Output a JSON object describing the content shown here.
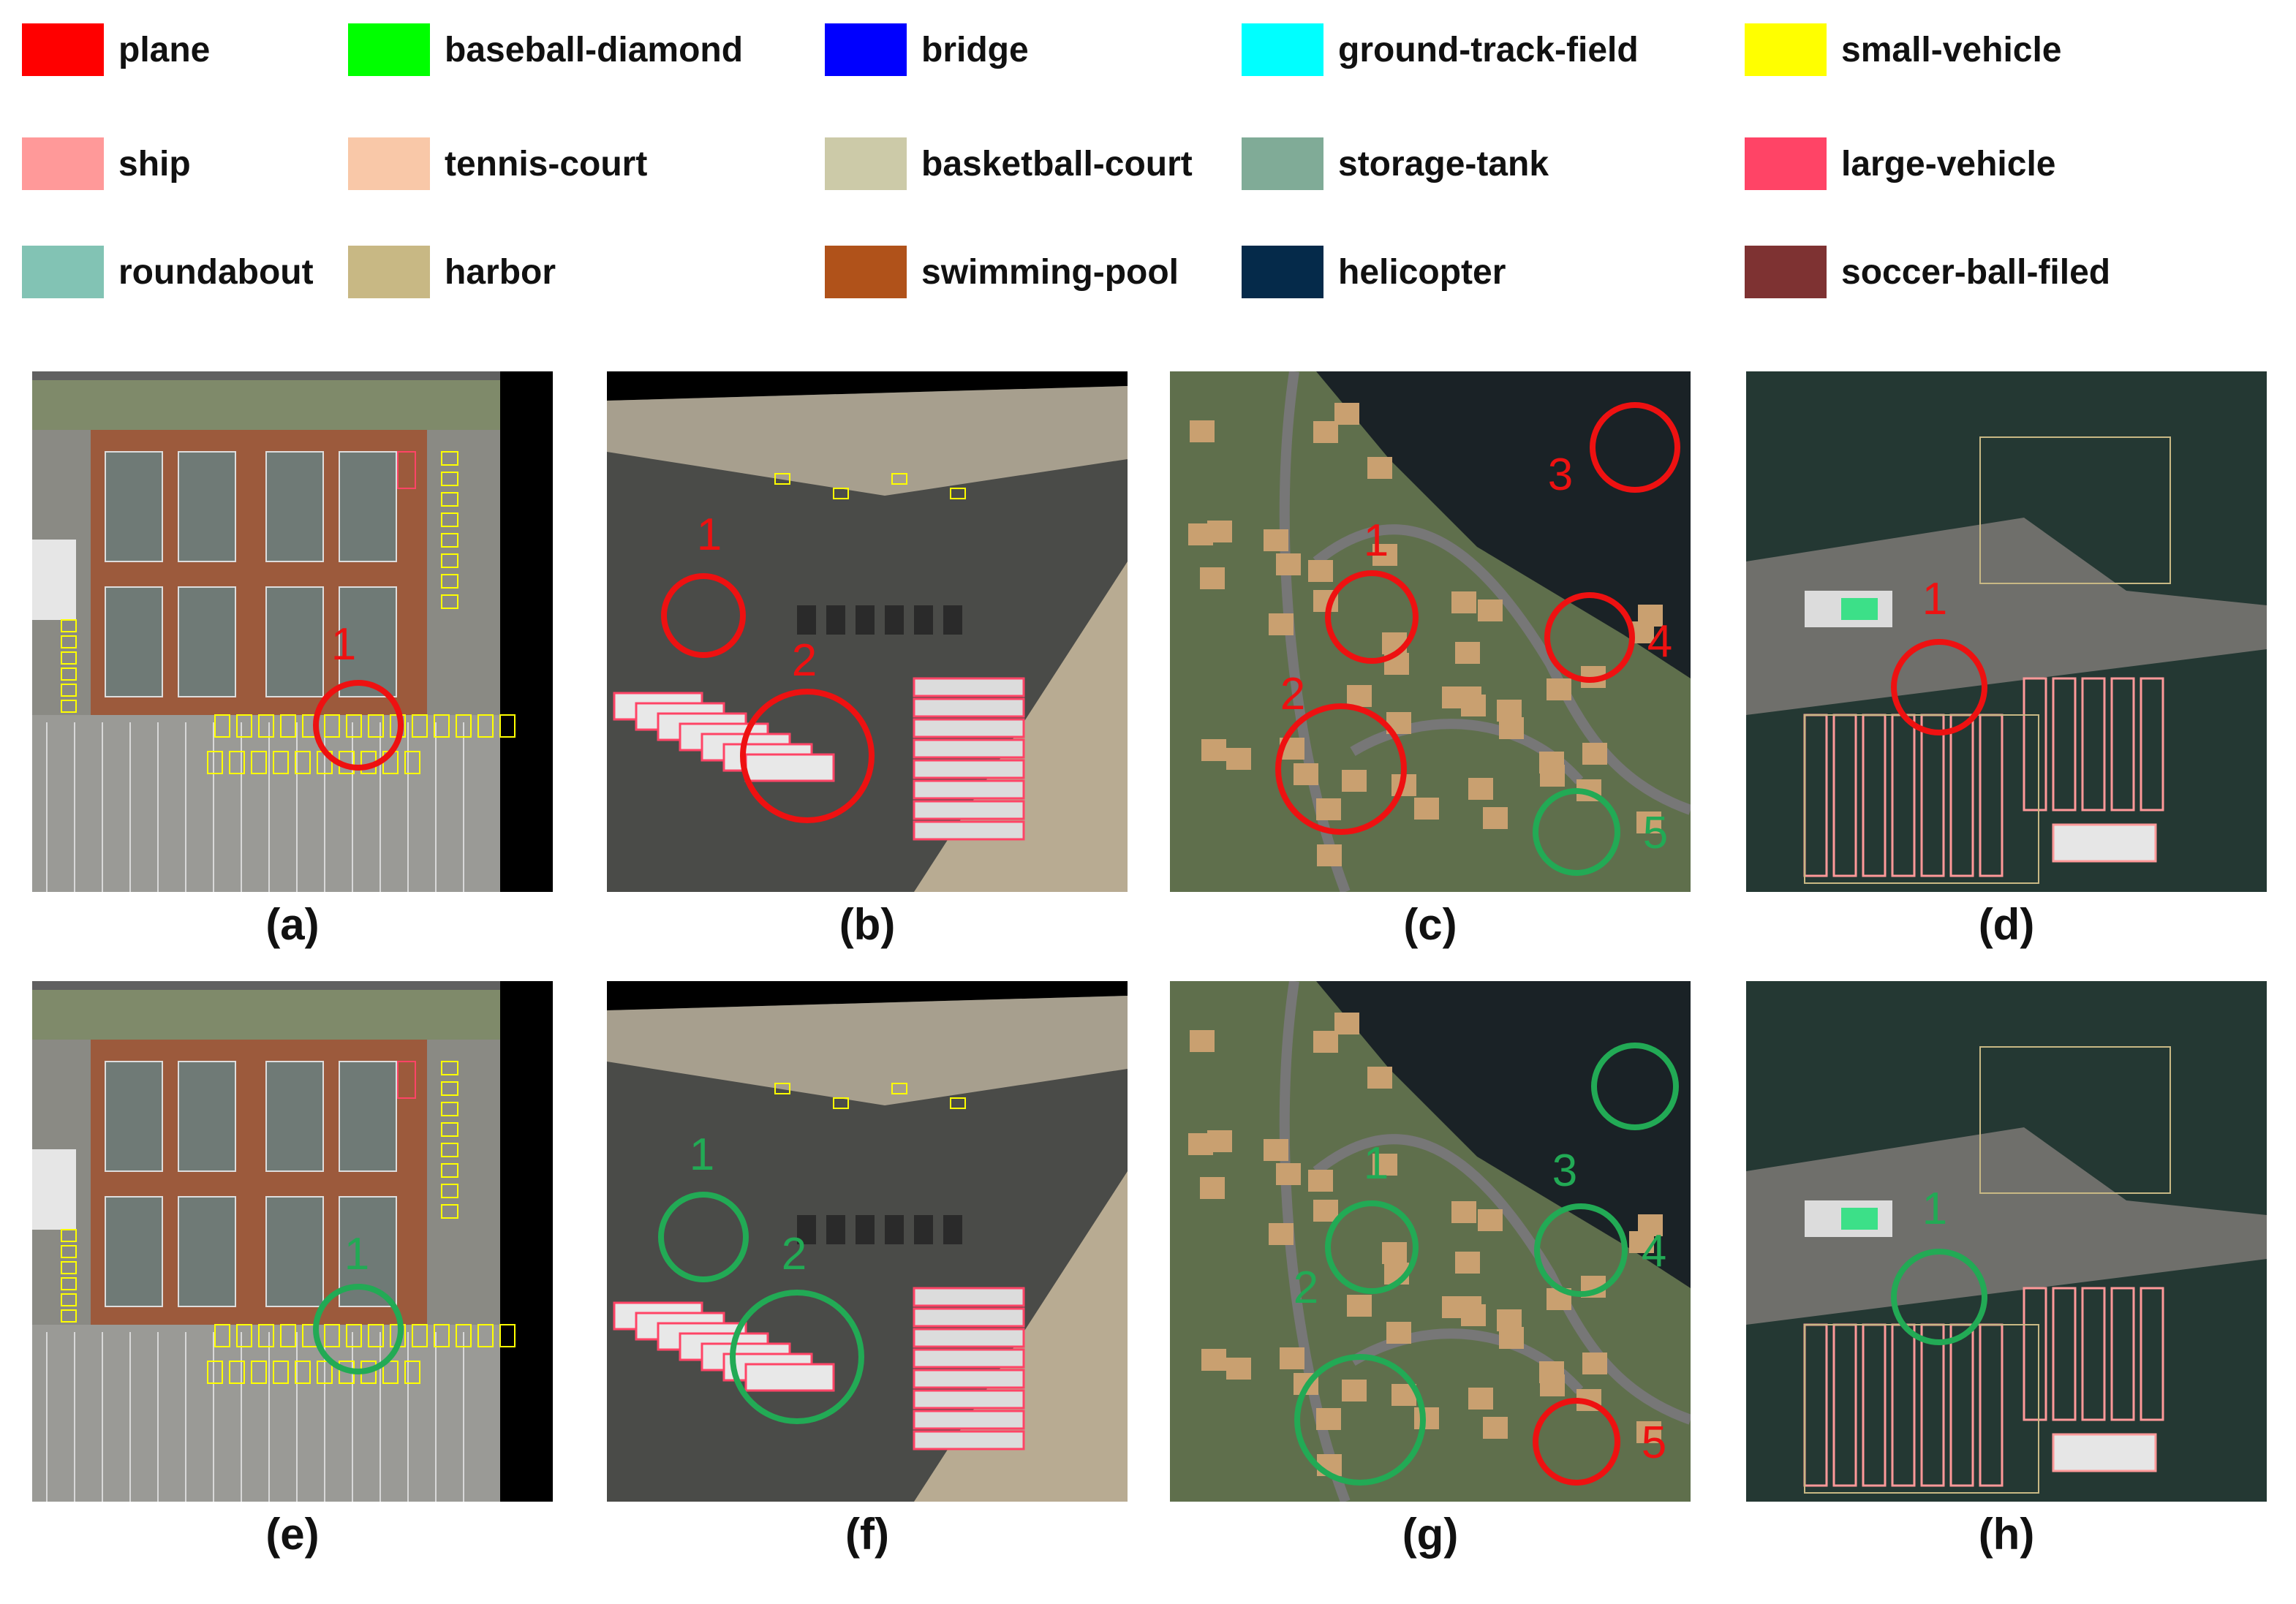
{
  "legend": [
    {
      "label": "plane",
      "color": "#ff0000"
    },
    {
      "label": "baseball-diamond",
      "color": "#00ff00"
    },
    {
      "label": "bridge",
      "color": "#0000ff"
    },
    {
      "label": "ground-track-field",
      "color": "#00ffff"
    },
    {
      "label": "small-vehicle",
      "color": "#ffff00"
    },
    {
      "label": "ship",
      "color": "#ff9999"
    },
    {
      "label": "tennis-court",
      "color": "#f9c8a8"
    },
    {
      "label": "basketball-court",
      "color": "#cccaa8"
    },
    {
      "label": "storage-tank",
      "color": "#80ab97"
    },
    {
      "label": "large-vehicle",
      "color": "#ff4466"
    },
    {
      "label": "roundabout",
      "color": "#82c3b4"
    },
    {
      "label": "harbor",
      "color": "#c8b884"
    },
    {
      "label": "swimming-pool",
      "color": "#b0521a"
    },
    {
      "label": "helicopter",
      "color": "#052a4a"
    },
    {
      "label": "soccer-ball-filed",
      "color": "#7e3232"
    }
  ],
  "panels": [
    {
      "caption": "(a)",
      "scene": "parking-court",
      "markers": [
        {
          "num": "1",
          "color": "#ee1111"
        }
      ]
    },
    {
      "caption": "(b)",
      "scene": "truck-lot",
      "markers": [
        {
          "num": "1",
          "color": "#ee1111"
        },
        {
          "num": "2",
          "color": "#ee1111"
        }
      ]
    },
    {
      "caption": "(c)",
      "scene": "residential",
      "markers": [
        {
          "num": "1",
          "color": "#ee1111"
        },
        {
          "num": "2",
          "color": "#ee1111"
        },
        {
          "num": "3",
          "color": "#ee1111"
        },
        {
          "num": "4",
          "color": "#ee1111"
        },
        {
          "num": "5",
          "color": "#22aa55"
        }
      ]
    },
    {
      "caption": "(d)",
      "scene": "harbor",
      "markers": [
        {
          "num": "1",
          "color": "#ee1111"
        }
      ]
    },
    {
      "caption": "(e)",
      "scene": "parking-court",
      "markers": [
        {
          "num": "1",
          "color": "#22aa55"
        }
      ]
    },
    {
      "caption": "(f)",
      "scene": "truck-lot",
      "markers": [
        {
          "num": "1",
          "color": "#22aa55"
        },
        {
          "num": "2",
          "color": "#22aa55"
        }
      ]
    },
    {
      "caption": "(g)",
      "scene": "residential",
      "markers": [
        {
          "num": "1",
          "color": "#22aa55"
        },
        {
          "num": "2",
          "color": "#22aa55"
        },
        {
          "num": "3",
          "color": "#22aa55"
        },
        {
          "num": "4",
          "color": "#22aa55"
        },
        {
          "num": "5",
          "color": "#ee1111"
        }
      ]
    },
    {
      "caption": "(h)",
      "scene": "harbor",
      "markers": [
        {
          "num": "1",
          "color": "#22aa55"
        }
      ]
    }
  ]
}
